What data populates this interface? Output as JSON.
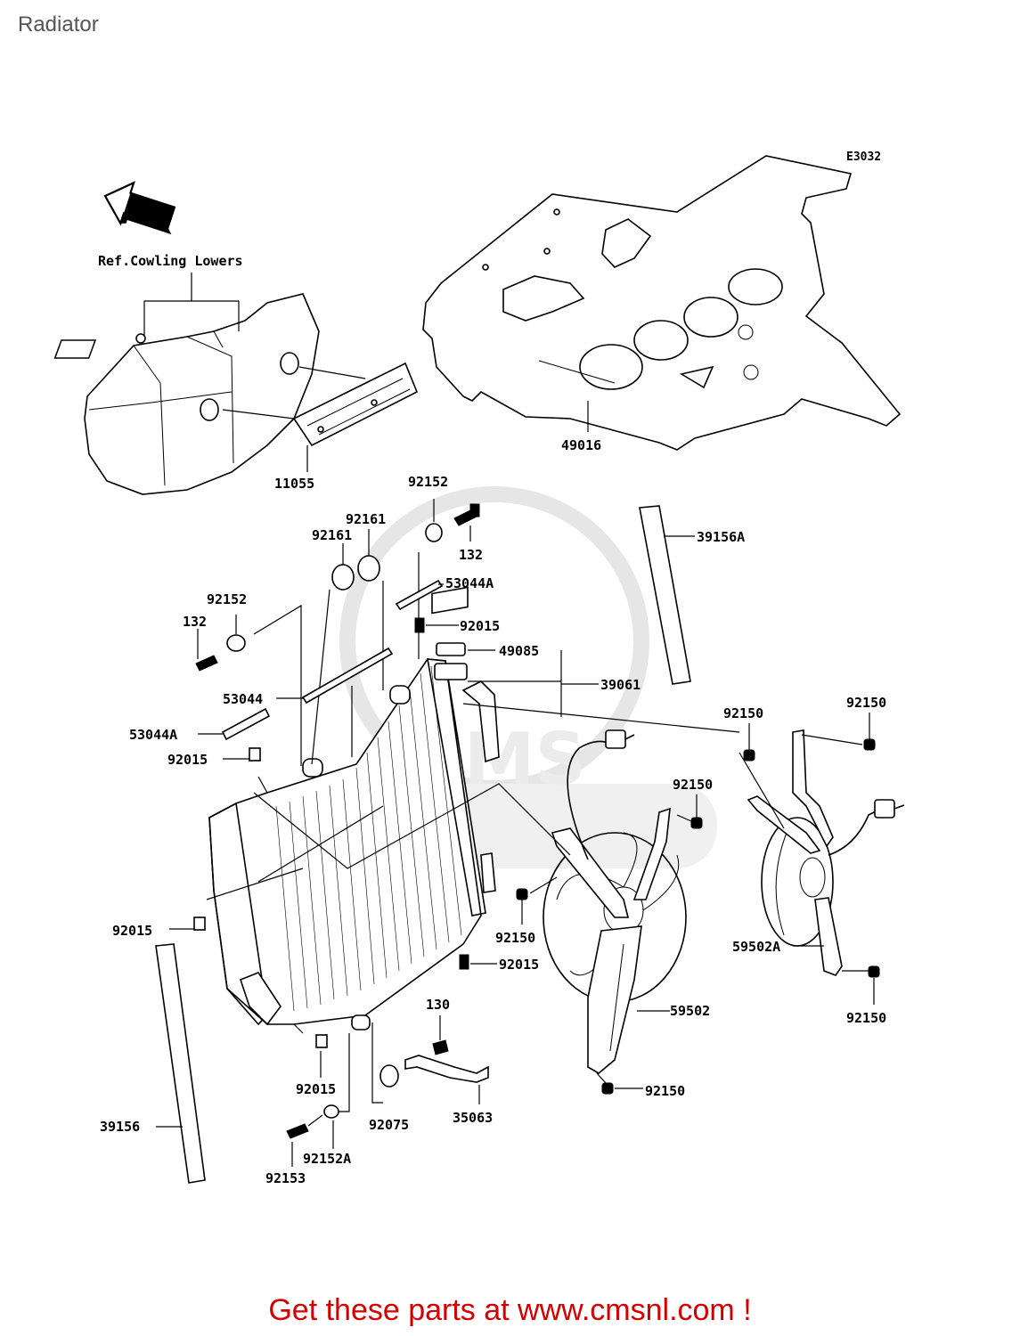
{
  "page_title": "Radiator",
  "diagram_code": "E3032",
  "front_label": "FRONT",
  "reference_note": "Ref.Cowling Lowers",
  "footer_text": "Get these parts at www.cmsnl.com !",
  "colors": {
    "footer": "#d40000",
    "title": "#555555",
    "line": "#000000",
    "watermark": "#e6e6e6"
  },
  "part_labels": {
    "p49016": "49016",
    "p11055": "11055",
    "p92152_top": "92152",
    "p132_top": "132",
    "p92161_a": "92161",
    "p92161_b": "92161",
    "p39156A": "39156A",
    "p53044A_top": "53044A",
    "p92152_left": "92152",
    "p132_left": "132",
    "p92015_top": "92015",
    "p49085": "49085",
    "p39061": "39061",
    "p53044": "53044",
    "p53044A_left": "53044A",
    "p92015_left": "92015",
    "p92150_a": "92150",
    "p92150_b": "92150",
    "p92150_c": "92150",
    "p92150_d": "92150",
    "p92150_e": "92150",
    "p92150_f": "92150",
    "p92015_mid": "92015",
    "p92015_right": "92015",
    "p59502A": "59502A",
    "p59502": "59502",
    "p130": "130",
    "p92015_bottom": "92015",
    "p92075": "92075",
    "p35063": "35063",
    "p39156": "39156",
    "p92152A": "92152A",
    "p92153": "92153"
  }
}
